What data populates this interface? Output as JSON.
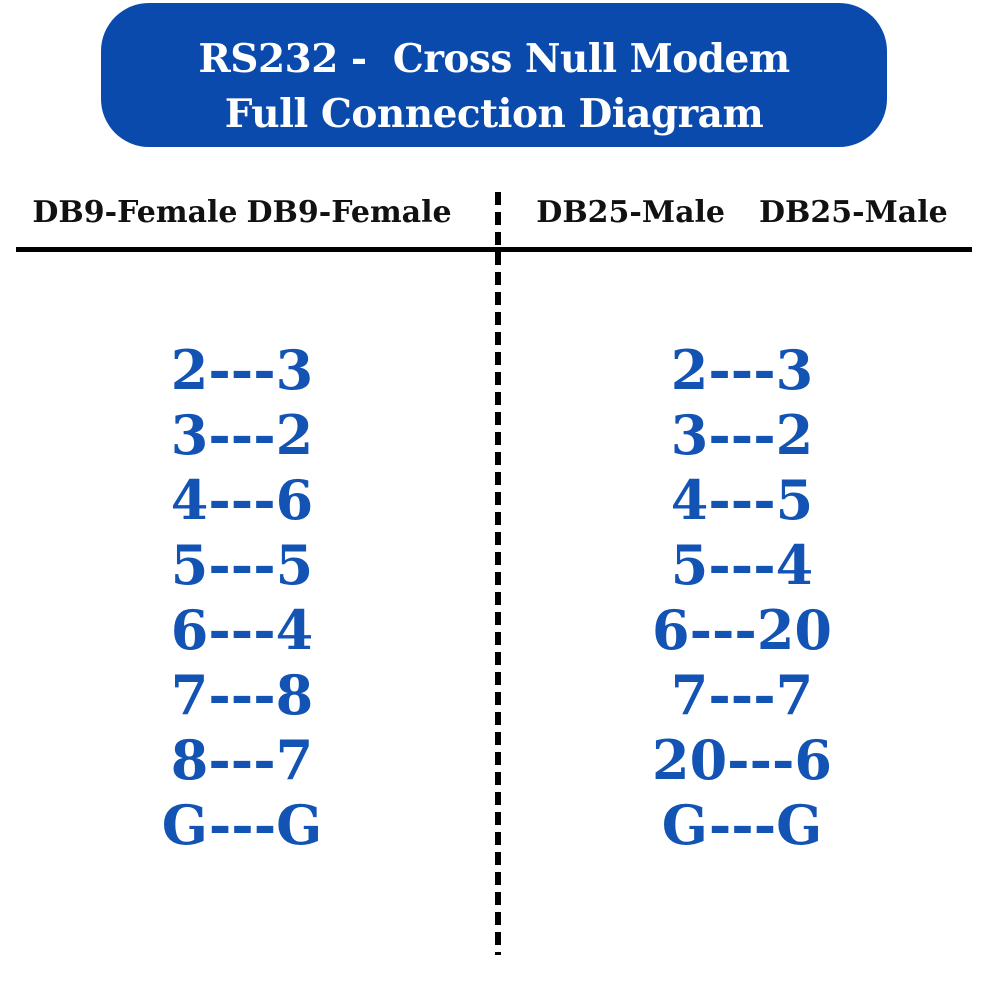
{
  "title": {
    "line1": "RS232 -  Cross Null Modem",
    "line2": "Full Connection Diagram"
  },
  "colors": {
    "header_bg": "#0a4aad",
    "title_text": "#ffffff",
    "pin_text": "#1253b4",
    "line": "#000000",
    "header_text": "#111111",
    "background": "#ffffff"
  },
  "separator": "---",
  "columns": [
    {
      "id": "db9",
      "connector_left": "DB9-Female",
      "connector_right": "DB9-Female",
      "pairs": [
        {
          "from": "2",
          "to": "3"
        },
        {
          "from": "3",
          "to": "2"
        },
        {
          "from": "4",
          "to": "6"
        },
        {
          "from": "5",
          "to": "5"
        },
        {
          "from": "6",
          "to": "4"
        },
        {
          "from": "7",
          "to": "8"
        },
        {
          "from": "8",
          "to": "7"
        },
        {
          "from": "G",
          "to": "G"
        }
      ],
      "rows": [
        "2---3",
        "3---2",
        "4---6",
        "5---5",
        "6---4",
        "7---8",
        "8---7",
        "G---G"
      ]
    },
    {
      "id": "db25",
      "connector_left": "DB25-Male",
      "connector_right": "DB25-Male",
      "pairs": [
        {
          "from": "2",
          "to": "3"
        },
        {
          "from": "3",
          "to": "2"
        },
        {
          "from": "4",
          "to": "5"
        },
        {
          "from": "5",
          "to": "4"
        },
        {
          "from": "6",
          "to": "20"
        },
        {
          "from": "7",
          "to": "7"
        },
        {
          "from": "20",
          "to": "6"
        },
        {
          "from": "G",
          "to": "G"
        }
      ],
      "rows": [
        "2---3",
        "3---2",
        "4---5",
        "5---4",
        "6---20",
        "7---7",
        "20---6",
        "G---G"
      ]
    }
  ]
}
